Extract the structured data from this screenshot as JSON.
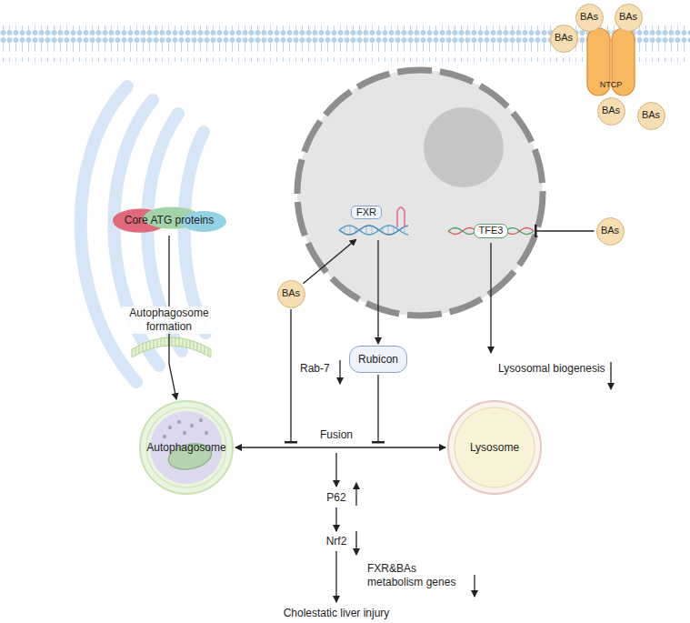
{
  "diagram": {
    "nodes": [
      {
        "text": [
          "NTCP"
        ]
      },
      {
        "text": [
          "BAs"
        ]
      },
      {
        "text": [
          "BAs"
        ]
      },
      {
        "text": [
          "BAs"
        ]
      },
      {
        "text": [
          "BAs"
        ]
      },
      {
        "text": [
          "BAs"
        ]
      },
      {
        "text": [
          "Core ATG proteins"
        ]
      },
      {
        "text": [
          "FXR"
        ]
      },
      {
        "text": [
          "TFE3"
        ]
      },
      {
        "text": [
          "BAs"
        ]
      },
      {
        "text": [
          "BAs"
        ]
      },
      {
        "text": [
          "Rubicon"
        ]
      },
      {
        "text": [
          "Autophagosome"
        ]
      },
      {
        "text": [
          "Lysosome"
        ]
      }
    ],
    "edges": [
      {
        "from": 10,
        "to": 7,
        "arrow": "to"
      },
      {
        "from": 7,
        "to": 11,
        "arrow": "to"
      },
      {
        "from": 9,
        "to": 8,
        "arrow": "to"
      },
      {
        "from": 6,
        "to": 12,
        "label": "Autophagosome formation",
        "arrow": "to"
      },
      {
        "from": 12,
        "to": 13,
        "label": "Fusion",
        "arrow": "both"
      }
    ],
    "labels": [
      "Rab-7",
      "Lysosomal biogenesis",
      "P62",
      "Nrf2",
      "FXR&BAs metabolism genes",
      "Cholestatic liver injury"
    ]
  }
}
